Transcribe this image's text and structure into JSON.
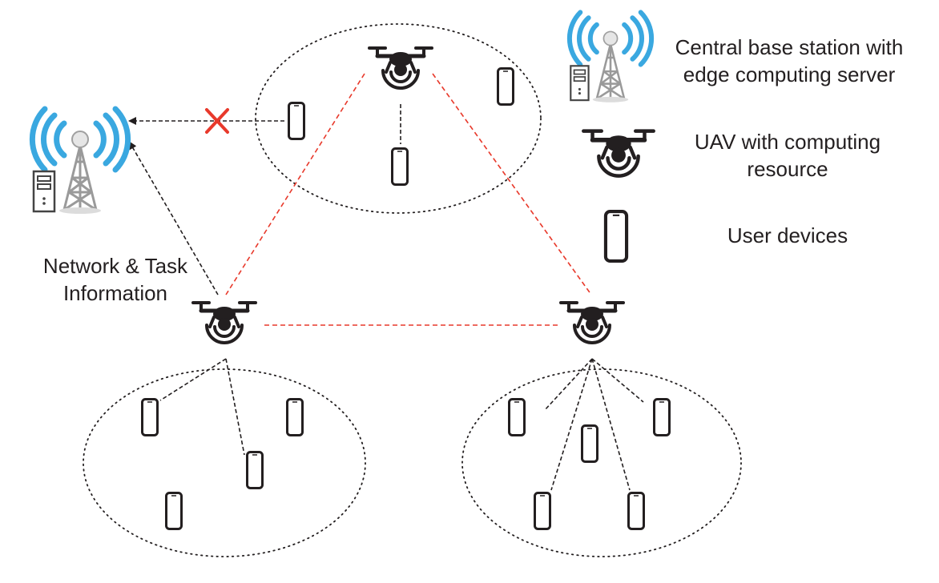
{
  "left_annotation": {
    "line1": "Network & Task",
    "line2": "Information"
  },
  "legend": {
    "base_station": {
      "line1": "Central base station with",
      "line2": "edge computing server"
    },
    "uav": {
      "line1": "UAV with computing",
      "line2": "resource"
    },
    "user_device": {
      "line1": "User devices"
    }
  },
  "colors": {
    "uav_link": "#e8392b",
    "dashed_link": "#231f20",
    "blocked_mark": "#e8392b",
    "signal_wave": "#3aa8e0",
    "tower": "#9a9a9a"
  },
  "icons": {
    "base_station": "base-station-icon",
    "uav": "drone-icon",
    "user_device": "smartphone-icon",
    "blocked": "cross-icon"
  }
}
